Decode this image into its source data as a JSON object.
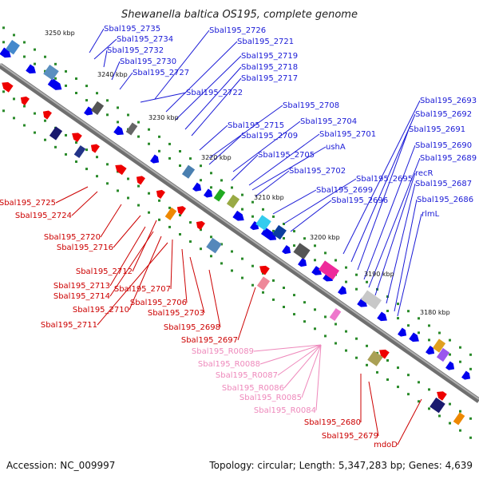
{
  "title": "Shewanella baltica OS195, complete genome",
  "footer": {
    "accession": "Accession: NC_009997",
    "summary": "Topology: circular; Length: 5,347,283 bp; Genes: 4,639"
  },
  "kbp_labels": [
    "3250 kbp",
    "3240 kbp",
    "3230 kbp",
    "3220 kbp",
    "3210 kbp",
    "3200 kbp",
    "3190 kbp",
    "3180 kbp"
  ],
  "colors": {
    "plus_strand_label": "#1a1ad6",
    "minus_strand_label": "#cc0000",
    "rna_label": "#ee88bb",
    "backbone": "#888888",
    "cds_plus": "#0000ee",
    "cds_minus": "#ee0000"
  },
  "blue_labels": [
    "Sbal195_2735",
    "Sbal195_2734",
    "Sbal195_2732",
    "Sbal195_2730",
    "Sbal195_2727",
    "Sbal195_2726",
    "Sbal195_2721",
    "Sbal195_2719",
    "Sbal195_2718",
    "Sbal195_2717",
    "Sbal195_2722",
    "Sbal195_2708",
    "Sbal195_2715",
    "Sbal195_2704",
    "Sbal195_2709",
    "Sbal195_2701",
    "ushA",
    "Sbal195_2705",
    "Sbal195_2702",
    "Sbal195_2699",
    "Sbal195_2695",
    "Sbal195_2696",
    "Sbal195_2693",
    "Sbal195_2692",
    "Sbal195_2691",
    "Sbal195_2690",
    "Sbal195_2689",
    "recR",
    "Sbal195_2687",
    "Sbal195_2686",
    "rlmL"
  ],
  "red_labels": [
    "Sbal195_2725",
    "Sbal195_2724",
    "Sbal195_2720",
    "Sbal195_2716",
    "Sbal195_2712",
    "Sbal195_2713",
    "Sbal195_2714",
    "Sbal195_2710",
    "Sbal195_2711",
    "Sbal195_2707",
    "Sbal195_2706",
    "Sbal195_2703",
    "Sbal195_2698",
    "Sbal195_2697",
    "Sbal195_2680",
    "Sbal195_2679",
    "mdoD"
  ],
  "pink_labels": [
    "Sbal195_R0089",
    "Sbal195_R0088",
    "Sbal195_R0087",
    "Sbal195_R0086",
    "Sbal195_R0085",
    "Sbal195_R0084"
  ]
}
